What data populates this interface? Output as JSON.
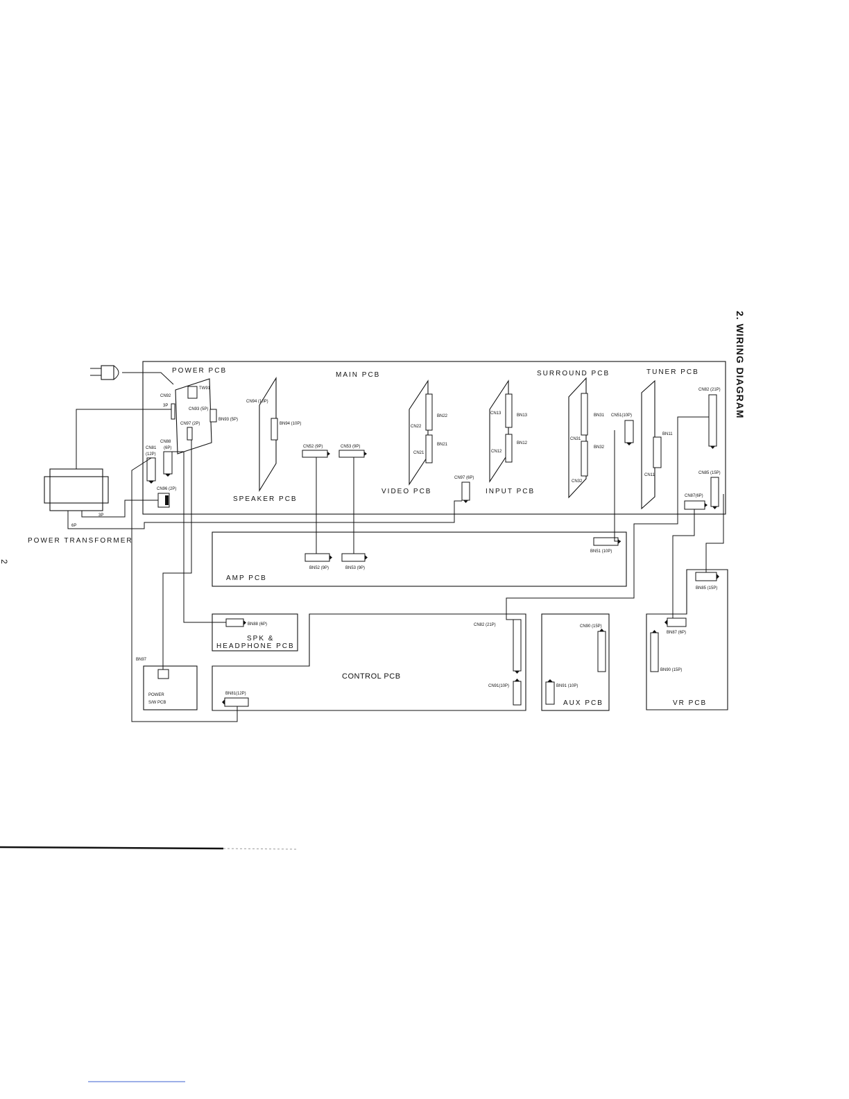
{
  "page": {
    "title": "2. WIRING DIAGRAM",
    "page_number": "2"
  },
  "boards": {
    "power": "POWER PCB",
    "main": "MAIN PCB",
    "surround": "SURROUND PCB",
    "tuner": "TUNER PCB",
    "speaker": "SPEAKER PCB",
    "video": "VIDEO PCB",
    "input": "INPUT PCB",
    "transformer": "POWER TRANSFORMER",
    "amp": "AMP PCB",
    "spk_line1": "SPK &",
    "spk_line2": "HEADPHONE PCB",
    "control": "CONTROL PCB",
    "power_sw_line1": "POWER",
    "power_sw_line2": "S/W PCB",
    "aux": "AUX PCB",
    "vr": "VR PCB"
  },
  "connectors": {
    "tw91": "TW91",
    "cn92": "CN92",
    "p3a": "3P",
    "cn93": "CN93 (5P)",
    "bn93": "BN93 (5P)",
    "cn97a": "CN97 (2P)",
    "cn88": "CN88",
    "cn88p": "(6P)",
    "cn81": "CN81",
    "cn81p": "(12P)",
    "cn96": "CN96 (2P)",
    "p3b": "3P",
    "p6": "6P",
    "cn94": "CN94 (10P)",
    "bn94": "BN94 (10P)",
    "cn52": "CN52 (9P)",
    "cn53": "CN53 (9P)",
    "cn22": "CN22",
    "cn21": "CN21",
    "bn22": "BN22",
    "bn21": "BN21",
    "cn97b": "CN97 (6P)",
    "cn13": "CN13",
    "cn12": "CN12",
    "bn13": "BN13",
    "bn12": "BN12",
    "cn31": "CN31",
    "cn32": "CN32",
    "bn31": "BN31",
    "bn32": "BN32",
    "cn51": "CN51(10P)",
    "bn11": "BN11",
    "cn11": "CN11",
    "cn82t": "CN82 (21P)",
    "cn85": "CN85 (15P)",
    "cn87": "CN87(6P)",
    "bn51": "BN51 (10P)",
    "bn52": "BN52 (9P)",
    "bn53": "BN53 (9P)",
    "bn85": "BN85 (15P)",
    "bn88": "BN88 (6P)",
    "bn97": "BN97",
    "bn81": "BN81(12P)",
    "cn82c": "CN82 (21P)",
    "cn91": "CN91(10P)",
    "cn90": "CN90 (15P)",
    "bn91": "BN91 (10P)",
    "bn87": "BN87 (6P)",
    "bn90": "BN90 (15P)"
  }
}
